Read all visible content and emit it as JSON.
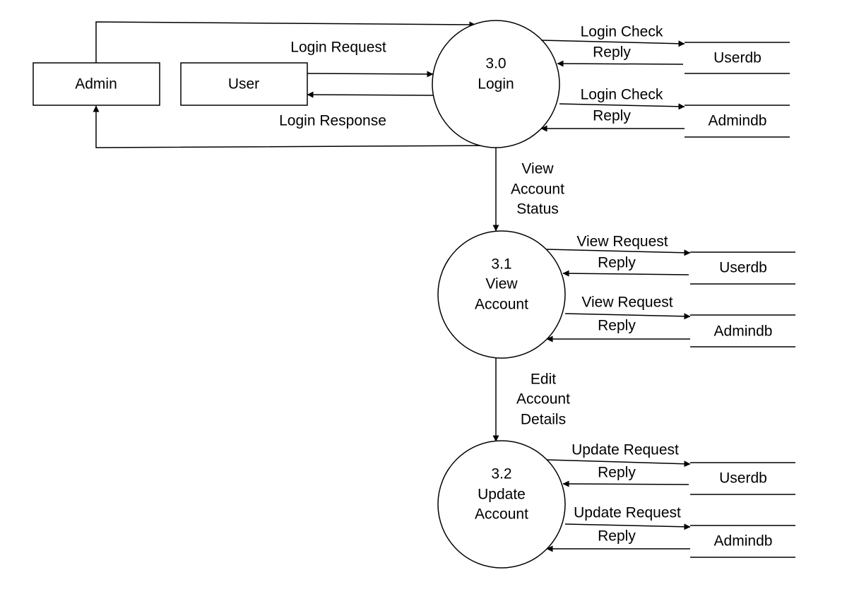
{
  "entities": {
    "admin": "Admin",
    "user": "User"
  },
  "processes": {
    "login": {
      "number": "3.0",
      "name": "Login"
    },
    "view_account": {
      "number": "3.1",
      "line1": "View",
      "line2": "Account"
    },
    "update_account": {
      "number": "3.2",
      "line1": "Update",
      "line2": "Account"
    }
  },
  "flows": {
    "login_request": "Login Request",
    "login_response": "Login Response",
    "view_account_status": [
      "View",
      "Account",
      "Status"
    ],
    "edit_account_details": [
      "Edit",
      "Account",
      "Details"
    ],
    "login_check": "Login Check",
    "view_request": "View Request",
    "update_request": "Update Request",
    "reply": "Reply"
  },
  "data_stores": {
    "userdb": "Userdb",
    "admindb": "Admindb"
  }
}
